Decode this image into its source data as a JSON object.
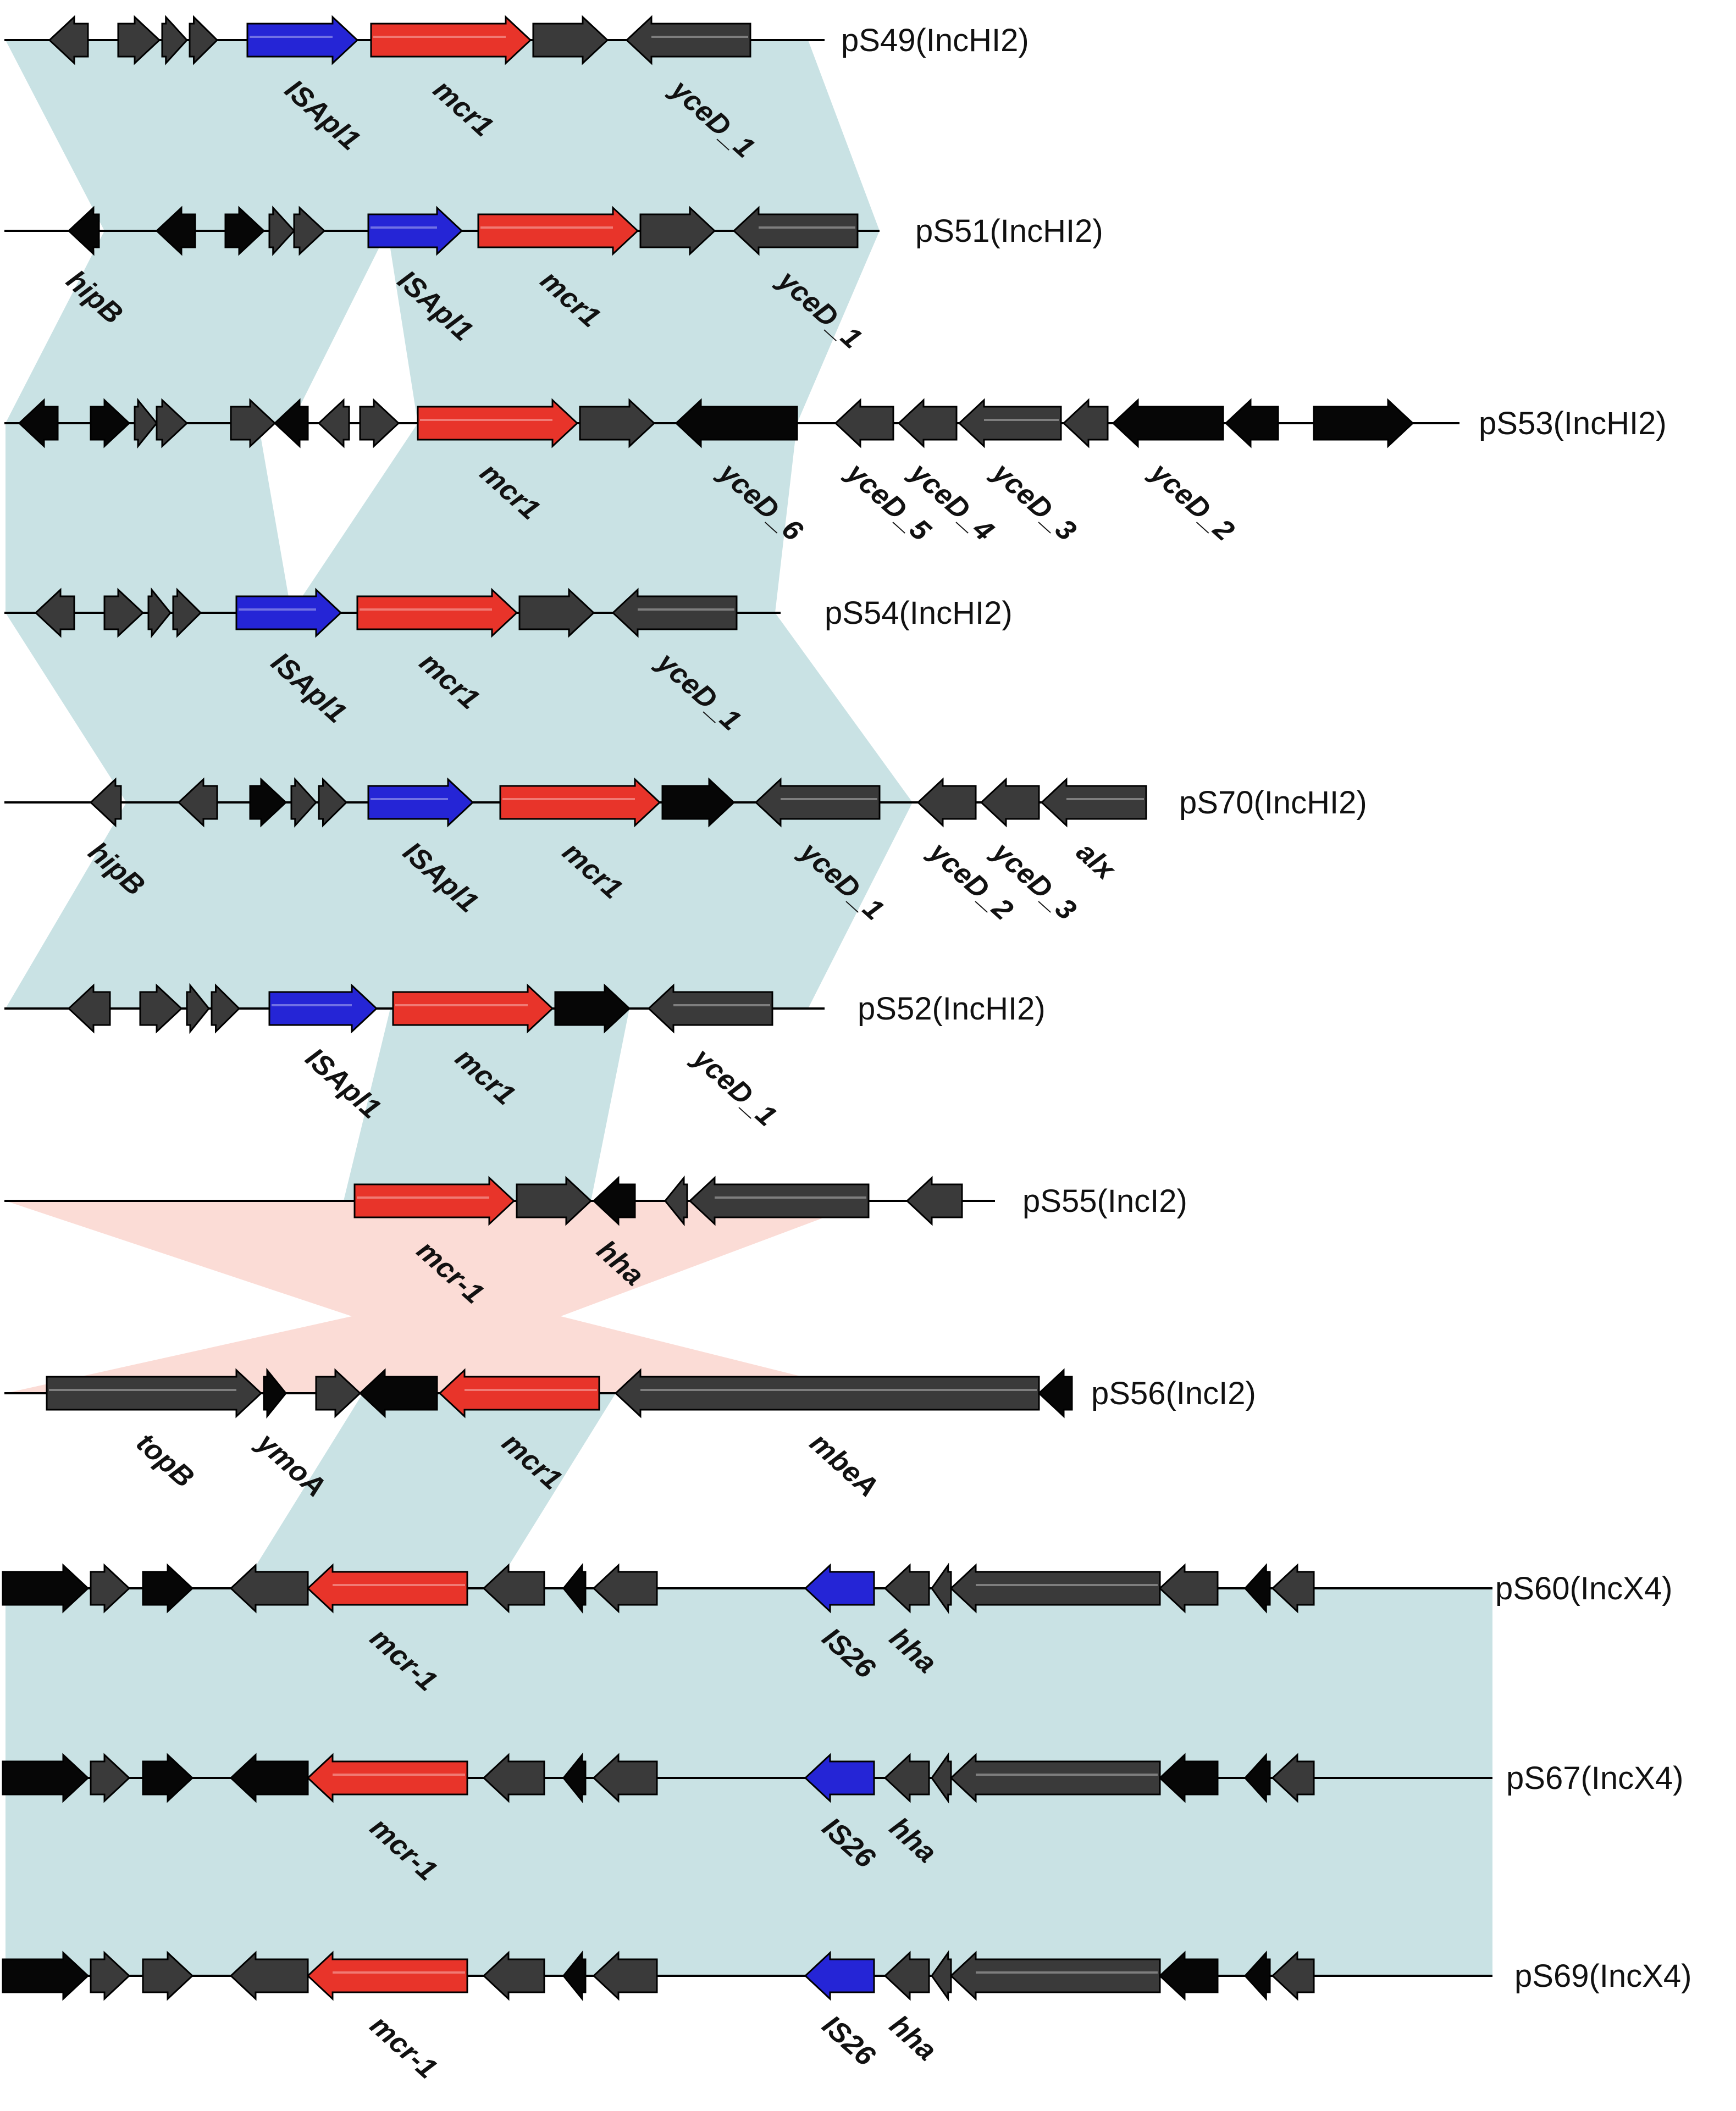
{
  "colors": {
    "dark_gene": "#3a3a3a",
    "black_gene": "#060606",
    "mcr": "#e8342a",
    "is_element": "#2525d6",
    "homology_blue": "#c9e2e4",
    "homology_pink": "#fbdcd6"
  },
  "tracks": [
    {
      "label": "pS49(IncHI2)",
      "genes": [
        {
          "s": 90,
          "e": 160,
          "dir": -1,
          "c": "dark"
        },
        {
          "s": 215,
          "e": 290,
          "dir": 1,
          "c": "dark"
        },
        {
          "s": 295,
          "e": 340,
          "dir": 1,
          "c": "dark"
        },
        {
          "s": 345,
          "e": 395,
          "dir": 1,
          "c": "dark"
        },
        {
          "s": 450,
          "e": 650,
          "dir": 1,
          "c": "is",
          "name": "ISApl1"
        },
        {
          "s": 675,
          "e": 965,
          "dir": 1,
          "c": "mcr",
          "name": "mcr1"
        },
        {
          "s": 970,
          "e": 1105,
          "dir": 1,
          "c": "dark"
        },
        {
          "s": 1140,
          "e": 1365,
          "dir": -1,
          "c": "dark",
          "name": "yceD_1"
        }
      ]
    },
    {
      "label": "pS51(IncHI2)",
      "genes": [
        {
          "s": 125,
          "e": 180,
          "dir": -1,
          "c": "black",
          "name": "hipB"
        },
        {
          "s": 285,
          "e": 355,
          "dir": -1,
          "c": "black"
        },
        {
          "s": 410,
          "e": 480,
          "dir": 1,
          "c": "black"
        },
        {
          "s": 490,
          "e": 535,
          "dir": 1,
          "c": "dark"
        },
        {
          "s": 535,
          "e": 590,
          "dir": 1,
          "c": "dark"
        },
        {
          "s": 670,
          "e": 840,
          "dir": 1,
          "c": "is",
          "name": "ISApl1"
        },
        {
          "s": 870,
          "e": 1160,
          "dir": 1,
          "c": "mcr",
          "name": "mcr1"
        },
        {
          "s": 1165,
          "e": 1300,
          "dir": 1,
          "c": "dark"
        },
        {
          "s": 1335,
          "e": 1560,
          "dir": -1,
          "c": "dark",
          "name": "yceD_1"
        }
      ]
    },
    {
      "label": "pS53(IncHI2)",
      "genes": [
        {
          "s": 35,
          "e": 105,
          "dir": -1,
          "c": "black"
        },
        {
          "s": 165,
          "e": 235,
          "dir": 1,
          "c": "black"
        },
        {
          "s": 245,
          "e": 285,
          "dir": 1,
          "c": "dark"
        },
        {
          "s": 285,
          "e": 340,
          "dir": 1,
          "c": "dark"
        },
        {
          "s": 420,
          "e": 500,
          "dir": 1,
          "c": "dark"
        },
        {
          "s": 500,
          "e": 560,
          "dir": -1,
          "c": "black"
        },
        {
          "s": 580,
          "e": 635,
          "dir": -1,
          "c": "dark"
        },
        {
          "s": 655,
          "e": 725,
          "dir": 1,
          "c": "dark"
        },
        {
          "s": 760,
          "e": 1050,
          "dir": 1,
          "c": "mcr",
          "name": "mcr1"
        },
        {
          "s": 1055,
          "e": 1190,
          "dir": 1,
          "c": "dark"
        },
        {
          "s": 1230,
          "e": 1450,
          "dir": -1,
          "c": "black",
          "name": "yceD_6"
        },
        {
          "s": 1520,
          "e": 1625,
          "dir": -1,
          "c": "dark",
          "name": "yceD_5"
        },
        {
          "s": 1635,
          "e": 1740,
          "dir": -1,
          "c": "dark",
          "name": "yceD_4"
        },
        {
          "s": 1745,
          "e": 1930,
          "dir": -1,
          "c": "dark",
          "name": "yceD_3"
        },
        {
          "s": 1935,
          "e": 2015,
          "dir": -1,
          "c": "dark"
        },
        {
          "s": 2025,
          "e": 2225,
          "dir": -1,
          "c": "black",
          "name": "yceD_2"
        },
        {
          "s": 2230,
          "e": 2325,
          "dir": -1,
          "c": "black"
        },
        {
          "s": 2390,
          "e": 2570,
          "dir": 1,
          "c": "black"
        }
      ]
    },
    {
      "label": "pS54(IncHI2)",
      "genes": [
        {
          "s": 65,
          "e": 135,
          "dir": -1,
          "c": "dark"
        },
        {
          "s": 190,
          "e": 260,
          "dir": 1,
          "c": "dark"
        },
        {
          "s": 270,
          "e": 310,
          "dir": 1,
          "c": "dark"
        },
        {
          "s": 315,
          "e": 365,
          "dir": 1,
          "c": "dark"
        },
        {
          "s": 430,
          "e": 620,
          "dir": 1,
          "c": "is",
          "name": "ISApl1"
        },
        {
          "s": 650,
          "e": 940,
          "dir": 1,
          "c": "mcr",
          "name": "mcr1"
        },
        {
          "s": 945,
          "e": 1080,
          "dir": 1,
          "c": "dark"
        },
        {
          "s": 1115,
          "e": 1340,
          "dir": -1,
          "c": "dark",
          "name": "yceD_1"
        }
      ]
    },
    {
      "label": "pS70(IncHI2)",
      "genes": [
        {
          "s": 165,
          "e": 220,
          "dir": -1,
          "c": "dark",
          "name": "hipB"
        },
        {
          "s": 325,
          "e": 395,
          "dir": -1,
          "c": "dark"
        },
        {
          "s": 455,
          "e": 520,
          "dir": 1,
          "c": "black"
        },
        {
          "s": 530,
          "e": 575,
          "dir": 1,
          "c": "dark"
        },
        {
          "s": 580,
          "e": 630,
          "dir": 1,
          "c": "dark"
        },
        {
          "s": 670,
          "e": 860,
          "dir": 1,
          "c": "is",
          "name": "ISApl1"
        },
        {
          "s": 910,
          "e": 1200,
          "dir": 1,
          "c": "mcr",
          "name": "mcr1"
        },
        {
          "s": 1205,
          "e": 1335,
          "dir": 1,
          "c": "black"
        },
        {
          "s": 1375,
          "e": 1600,
          "dir": -1,
          "c": "dark",
          "name": "yceD_1"
        },
        {
          "s": 1670,
          "e": 1775,
          "dir": -1,
          "c": "dark",
          "name": "yceD_2"
        },
        {
          "s": 1785,
          "e": 1890,
          "dir": -1,
          "c": "dark",
          "name": "yceD_3"
        },
        {
          "s": 1895,
          "e": 2085,
          "dir": -1,
          "c": "dark",
          "name": "alx"
        }
      ]
    },
    {
      "label": "pS52(IncHI2)",
      "genes": [
        {
          "s": 125,
          "e": 200,
          "dir": -1,
          "c": "dark"
        },
        {
          "s": 255,
          "e": 330,
          "dir": 1,
          "c": "dark"
        },
        {
          "s": 340,
          "e": 380,
          "dir": 1,
          "c": "dark"
        },
        {
          "s": 385,
          "e": 435,
          "dir": 1,
          "c": "dark"
        },
        {
          "s": 490,
          "e": 685,
          "dir": 1,
          "c": "is",
          "name": "ISApl1"
        },
        {
          "s": 715,
          "e": 1005,
          "dir": 1,
          "c": "mcr",
          "name": "mcr1"
        },
        {
          "s": 1010,
          "e": 1145,
          "dir": 1,
          "c": "black"
        },
        {
          "s": 1180,
          "e": 1405,
          "dir": -1,
          "c": "dark",
          "name": "yceD_1"
        }
      ]
    },
    {
      "label": "pS55(IncI2)",
      "genes": [
        {
          "s": 645,
          "e": 935,
          "dir": 1,
          "c": "mcr",
          "name": "mcr-1"
        },
        {
          "s": 940,
          "e": 1075,
          "dir": 1,
          "c": "dark"
        },
        {
          "s": 1080,
          "e": 1155,
          "dir": -1,
          "c": "black",
          "name": "hha"
        },
        {
          "s": 1210,
          "e": 1250,
          "dir": -1,
          "c": "dark"
        },
        {
          "s": 1255,
          "e": 1580,
          "dir": -1,
          "c": "dark"
        },
        {
          "s": 1650,
          "e": 1750,
          "dir": -1,
          "c": "dark"
        }
      ]
    },
    {
      "label": "pS56(IncI2)",
      "genes": [
        {
          "s": 85,
          "e": 475,
          "dir": 1,
          "c": "dark",
          "name": "topB"
        },
        {
          "s": 480,
          "e": 520,
          "dir": 1,
          "c": "black",
          "name": "ymoA"
        },
        {
          "s": 575,
          "e": 655,
          "dir": 1,
          "c": "dark"
        },
        {
          "s": 655,
          "e": 795,
          "dir": -1,
          "c": "black"
        },
        {
          "s": 800,
          "e": 1090,
          "dir": -1,
          "c": "mcr",
          "name": "mcr1"
        },
        {
          "s": 1120,
          "e": 1890,
          "dir": -1,
          "c": "dark",
          "name": "mbeA"
        },
        {
          "s": 1890,
          "e": 1950,
          "dir": -1,
          "c": "black"
        }
      ]
    },
    {
      "label": "pS60(IncX4)",
      "genes": [
        {
          "s": 5,
          "e": 160,
          "dir": 1,
          "c": "black"
        },
        {
          "s": 165,
          "e": 235,
          "dir": 1,
          "c": "dark"
        },
        {
          "s": 260,
          "e": 350,
          "dir": 1,
          "c": "black"
        },
        {
          "s": 420,
          "e": 560,
          "dir": -1,
          "c": "dark"
        },
        {
          "s": 560,
          "e": 850,
          "dir": -1,
          "c": "mcr",
          "name": "mcr-1"
        },
        {
          "s": 880,
          "e": 990,
          "dir": -1,
          "c": "dark"
        },
        {
          "s": 1025,
          "e": 1065,
          "dir": -1,
          "c": "black"
        },
        {
          "s": 1080,
          "e": 1195,
          "dir": -1,
          "c": "dark"
        },
        {
          "s": 1465,
          "e": 1590,
          "dir": -1,
          "c": "is",
          "name": "IS26"
        },
        {
          "s": 1610,
          "e": 1690,
          "dir": -1,
          "c": "dark",
          "name": "hha"
        },
        {
          "s": 1695,
          "e": 1730,
          "dir": -1,
          "c": "dark"
        },
        {
          "s": 1730,
          "e": 2110,
          "dir": -1,
          "c": "dark"
        },
        {
          "s": 2110,
          "e": 2215,
          "dir": -1,
          "c": "dark"
        },
        {
          "s": 2265,
          "e": 2310,
          "dir": -1,
          "c": "black"
        },
        {
          "s": 2315,
          "e": 2390,
          "dir": -1,
          "c": "dark"
        }
      ]
    },
    {
      "label": "pS67(IncX4)",
      "genes": [
        {
          "s": 5,
          "e": 160,
          "dir": 1,
          "c": "black"
        },
        {
          "s": 165,
          "e": 235,
          "dir": 1,
          "c": "dark"
        },
        {
          "s": 260,
          "e": 350,
          "dir": 1,
          "c": "black"
        },
        {
          "s": 420,
          "e": 560,
          "dir": -1,
          "c": "black"
        },
        {
          "s": 560,
          "e": 850,
          "dir": -1,
          "c": "mcr",
          "name": "mcr-1"
        },
        {
          "s": 880,
          "e": 990,
          "dir": -1,
          "c": "dark"
        },
        {
          "s": 1025,
          "e": 1065,
          "dir": -1,
          "c": "black"
        },
        {
          "s": 1080,
          "e": 1195,
          "dir": -1,
          "c": "dark"
        },
        {
          "s": 1465,
          "e": 1590,
          "dir": -1,
          "c": "is",
          "name": "IS26"
        },
        {
          "s": 1610,
          "e": 1690,
          "dir": -1,
          "c": "dark",
          "name": "hha"
        },
        {
          "s": 1695,
          "e": 1730,
          "dir": -1,
          "c": "dark"
        },
        {
          "s": 1730,
          "e": 2110,
          "dir": -1,
          "c": "dark"
        },
        {
          "s": 2110,
          "e": 2215,
          "dir": -1,
          "c": "black"
        },
        {
          "s": 2265,
          "e": 2310,
          "dir": -1,
          "c": "black"
        },
        {
          "s": 2315,
          "e": 2390,
          "dir": -1,
          "c": "dark"
        }
      ]
    },
    {
      "label": "pS69(IncX4)",
      "genes": [
        {
          "s": 5,
          "e": 160,
          "dir": 1,
          "c": "black"
        },
        {
          "s": 165,
          "e": 235,
          "dir": 1,
          "c": "dark"
        },
        {
          "s": 260,
          "e": 350,
          "dir": 1,
          "c": "dark"
        },
        {
          "s": 420,
          "e": 560,
          "dir": -1,
          "c": "dark"
        },
        {
          "s": 560,
          "e": 850,
          "dir": -1,
          "c": "mcr",
          "name": "mcr-1"
        },
        {
          "s": 880,
          "e": 990,
          "dir": -1,
          "c": "dark"
        },
        {
          "s": 1025,
          "e": 1065,
          "dir": -1,
          "c": "black"
        },
        {
          "s": 1080,
          "e": 1195,
          "dir": -1,
          "c": "dark"
        },
        {
          "s": 1465,
          "e": 1590,
          "dir": -1,
          "c": "is",
          "name": "IS26"
        },
        {
          "s": 1610,
          "e": 1690,
          "dir": -1,
          "c": "dark",
          "name": "hha"
        },
        {
          "s": 1695,
          "e": 1730,
          "dir": -1,
          "c": "dark"
        },
        {
          "s": 1730,
          "e": 2110,
          "dir": -1,
          "c": "dark"
        },
        {
          "s": 2110,
          "e": 2215,
          "dir": -1,
          "c": "black"
        },
        {
          "s": 2265,
          "e": 2310,
          "dir": -1,
          "c": "black"
        },
        {
          "s": 2315,
          "e": 2390,
          "dir": -1,
          "c": "dark"
        }
      ]
    }
  ]
}
